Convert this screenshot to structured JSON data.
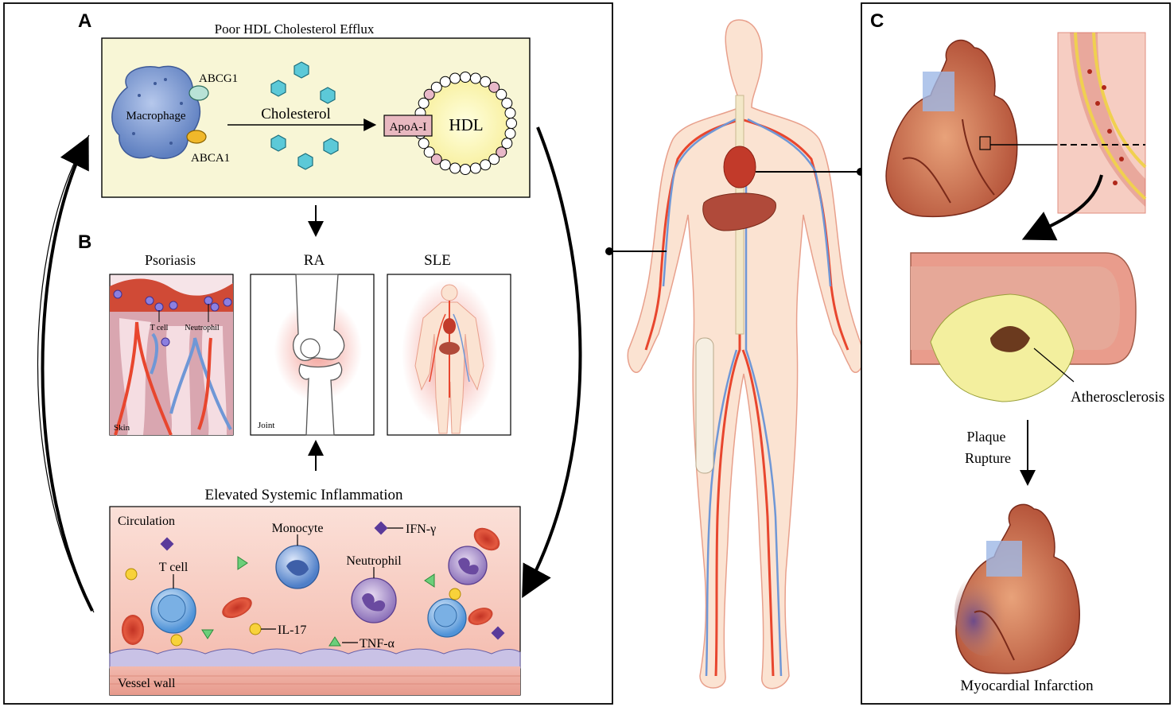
{
  "panels": {
    "a": {
      "letter": "A",
      "title": "Poor HDL Cholesterol Efflux",
      "macrophage": "Macrophage",
      "abcg1": "ABCG1",
      "abca1": "ABCA1",
      "cholesterol": "Cholesterol",
      "apoa1": "ApoA-I",
      "hdl": "HDL"
    },
    "b": {
      "letter": "B",
      "psoriasis": "Psoriasis",
      "ra": "RA",
      "sle": "SLE",
      "t_cell": "T cell",
      "neutrophil": "Neutrophil",
      "skin": "Skin",
      "joint": "Joint",
      "inflammation_title": "Elevated Systemic Inflammation",
      "circulation": "Circulation",
      "monocyte": "Monocyte",
      "ifn": "IFN-γ",
      "tcell2": "T cell",
      "neutrophil2": "Neutrophil",
      "il17": "IL-17",
      "tnf": "TNF-α",
      "vessel_wall": "Vessel wall"
    },
    "c": {
      "letter": "C",
      "atherosclerosis": "Atherosclerosis",
      "plaque": "Plaque",
      "rupture": "Rupture",
      "mi": "Myocardial Infarction"
    }
  },
  "colors": {
    "panel_a_bg": "#f8f6d6",
    "hdl_fill": "#fdf9c0",
    "apoa1_fill": "#e8b8c0",
    "cholesterol_fill": "#5cc9d8",
    "macrophage_fill": "#7d9bd0",
    "circulation_bg": "#f7cfc4",
    "body_fill": "#fbe3d2",
    "artery": "#e8462e",
    "vein": "#6f97d6"
  }
}
